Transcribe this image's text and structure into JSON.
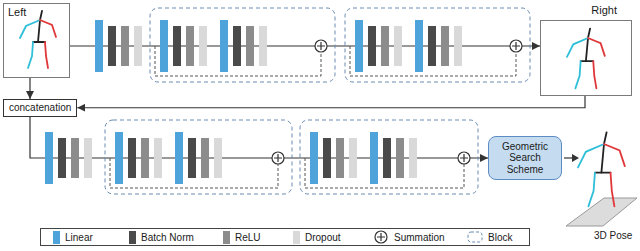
{
  "diagram": {
    "nodes": [
      {
        "text": [
          "Left"
        ]
      },
      {
        "text": [
          "Right"
        ]
      },
      {
        "text": [
          "concatenation"
        ]
      },
      {
        "text": [
          "Geometric Search Scheme"
        ]
      }
    ],
    "edges": [
      {
        "from": 0,
        "to": 1,
        "arrow": "to"
      },
      {
        "from": 0,
        "to": 2,
        "arrow": "to"
      },
      {
        "from": 1,
        "to": 2,
        "arrow": "to"
      },
      {
        "from": 2,
        "to": 3,
        "arrow": "to"
      }
    ],
    "labels": [
      "3D Pose"
    ],
    "legend": [
      {
        "text": "Linear",
        "color": "#4fa3db"
      },
      {
        "text": "Batch Norm",
        "color": "#4a4a4a"
      },
      {
        "text": "ReLU",
        "color": "#8c8c8c"
      },
      {
        "text": "Dropout",
        "color": "#d9d9d9"
      },
      {
        "text": "Summation"
      },
      {
        "text": "Block"
      }
    ]
  }
}
